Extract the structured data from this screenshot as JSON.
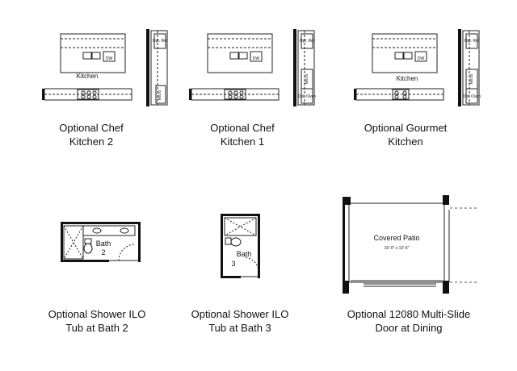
{
  "options": [
    {
      "id": "chef-kitchen-2",
      "caption": [
        "Optional Chef",
        "Kitchen 2"
      ],
      "plan_labels": {
        "room": "Kitchen",
        "dw": "DW",
        "fridge": "Opt. Ref",
        "micro": "Micro"
      }
    },
    {
      "id": "chef-kitchen-1",
      "caption": [
        "Optional Chef",
        "Kitchen 1"
      ],
      "plan_labels": {
        "dw": "DW",
        "fridge": "Opt. Ref",
        "micro": "Micro",
        "oven": "Dbl. Oven"
      }
    },
    {
      "id": "gourmet-kitchen",
      "caption": [
        "Optional Gourmet",
        "Kitchen"
      ],
      "plan_labels": {
        "room": "Kitchen",
        "dw": "DW",
        "fridge": "Opt. Ref",
        "micro": "Micro",
        "oven": "Dbl. Oven"
      }
    },
    {
      "id": "shower-bath-2",
      "caption": [
        "Optional Shower ILO",
        "Tub at Bath 2"
      ],
      "plan_labels": {
        "room": "Bath",
        "number": "2"
      }
    },
    {
      "id": "shower-bath-3",
      "caption": [
        "Optional Shower ILO",
        "Tub at Bath 3"
      ],
      "plan_labels": {
        "room": "Bath",
        "number": "3"
      }
    },
    {
      "id": "multi-slide-door",
      "caption": [
        "Optional 12080 Multi-Slide",
        "Door at Dining"
      ],
      "plan_labels": {
        "room": "Covered Patio",
        "dims": "16'-0\" x 13'-6\""
      }
    }
  ]
}
